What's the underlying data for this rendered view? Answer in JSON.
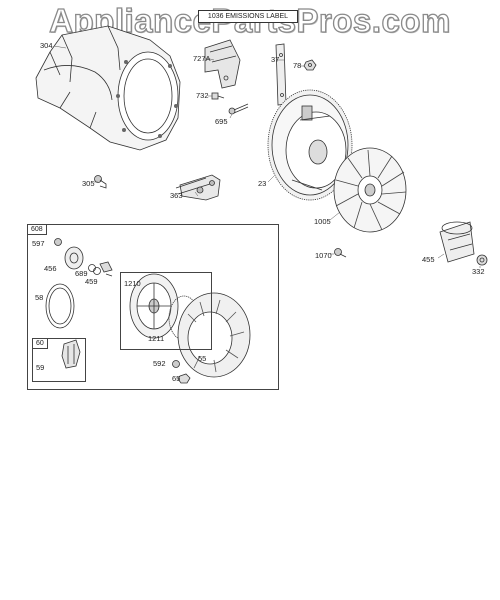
{
  "watermark": "AppliancePartsPros.com",
  "emissions_label": "1036 EMISSIONS LABEL",
  "parts": {
    "p304": "304",
    "p727a": "727A",
    "p37": "37",
    "p78": "78",
    "p732": "732",
    "p695": "695",
    "p305": "305",
    "p363": "363",
    "p23": "23",
    "p1005": "1005",
    "p1070": "1070",
    "p455": "455",
    "p332": "332"
  },
  "group_box": {
    "tag": "608",
    "items": {
      "p597": "597",
      "p456": "456",
      "p689": "689",
      "p459": "459",
      "p58": "58",
      "p1210": "1210",
      "p1211": "1211",
      "p55": "55",
      "p592": "592",
      "p65": "65"
    },
    "sub_box": {
      "tag": "60",
      "item": "59"
    }
  }
}
